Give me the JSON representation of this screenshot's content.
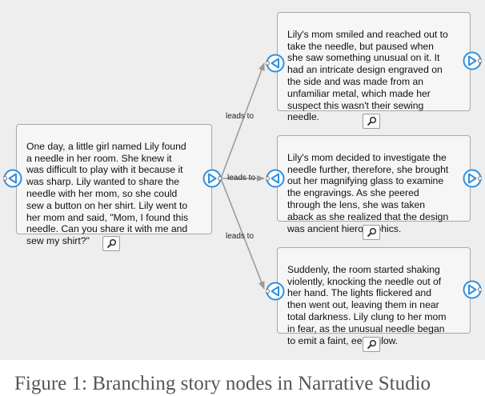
{
  "diagram": {
    "root": {
      "text": "One day, a little girl named Lily found\na needle in her room. She knew it\nwas difficult to play with it because it\nwas sharp. Lily wanted to share the\nneedle with her mom, so she could\nsew a button on her shirt. Lily went to\nher mom and said, \"Mom, I found this\nneedle. Can you share it with me and\nsew my shirt?\""
    },
    "edge_label": "leads to",
    "children": [
      {
        "text": "Lily's mom smiled and reached out to\ntake the needle, but paused when\nshe saw something unusual on it. It\nhad an intricate design engraved on\nthe side and was made from an\nunfamiliar metal, which made her\nsuspect this wasn't their sewing\nneedle."
      },
      {
        "text": "Lily's mom decided to investigate the\nneedle further, therefore, she brought\nout her magnifying glass to examine\nthe engravings. As she peered\nthrough the lens, she was taken\naback as she realized that the design\nwas ancient hieroglyphics."
      },
      {
        "text": "Suddenly, the room started shaking\nviolently, knocking the needle out of\nher hand. The lights flickered and\nthen went out, leaving them in near\ntotal darkness. Lily clung to her mom\nin fear, as the unusual needle began\nto emit a faint, eerie glow."
      }
    ]
  },
  "caption": {
    "text": "Figure 1: Branching story nodes in Narrative Studio"
  },
  "colors": {
    "port": "#2f8fdf",
    "edge": "#999999",
    "node_border": "#a8a8a8",
    "canvas": "#eeeeee"
  }
}
